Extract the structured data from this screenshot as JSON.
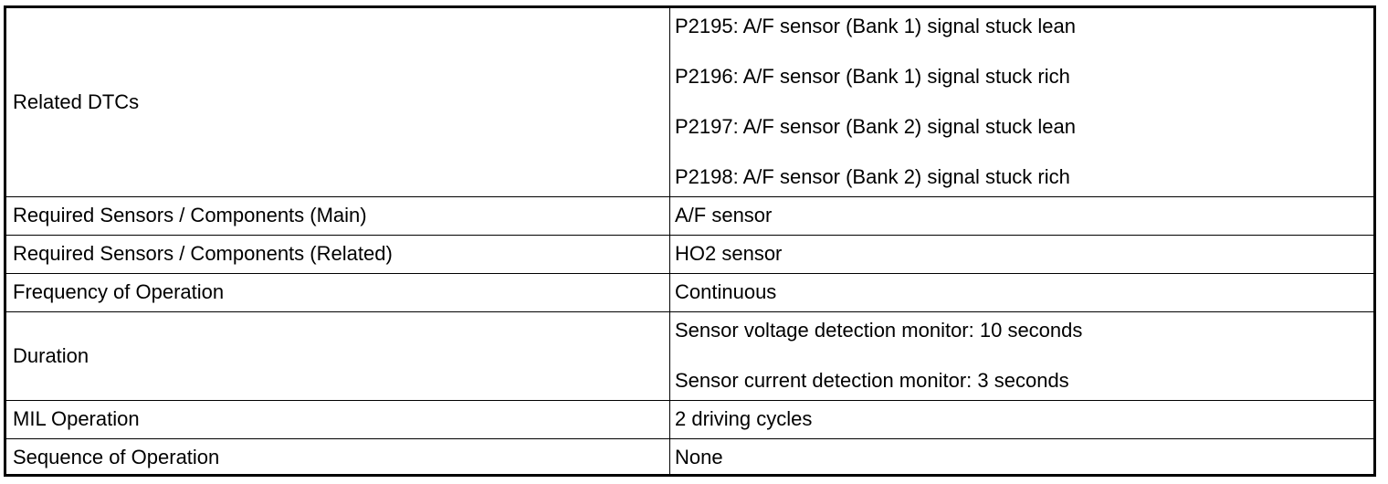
{
  "rows": [
    {
      "label": "Related DTCs",
      "values": [
        "P2195: A/F sensor (Bank 1) signal stuck lean",
        "P2196: A/F sensor (Bank 1) signal stuck rich",
        "P2197: A/F sensor (Bank 2) signal stuck lean",
        "P2198: A/F sensor (Bank 2) signal stuck rich"
      ]
    },
    {
      "label": "Required Sensors / Components (Main)",
      "values": [
        "A/F sensor"
      ]
    },
    {
      "label": "Required Sensors / Components (Related)",
      "values": [
        "HO2 sensor"
      ]
    },
    {
      "label": "Frequency of Operation",
      "values": [
        "Continuous"
      ]
    },
    {
      "label": "Duration",
      "values": [
        "Sensor voltage detection monitor: 10 seconds",
        "Sensor current detection monitor: 3 seconds"
      ]
    },
    {
      "label": "MIL Operation",
      "values": [
        "2 driving cycles"
      ]
    },
    {
      "label": "Sequence of Operation",
      "values": [
        "None"
      ]
    }
  ]
}
